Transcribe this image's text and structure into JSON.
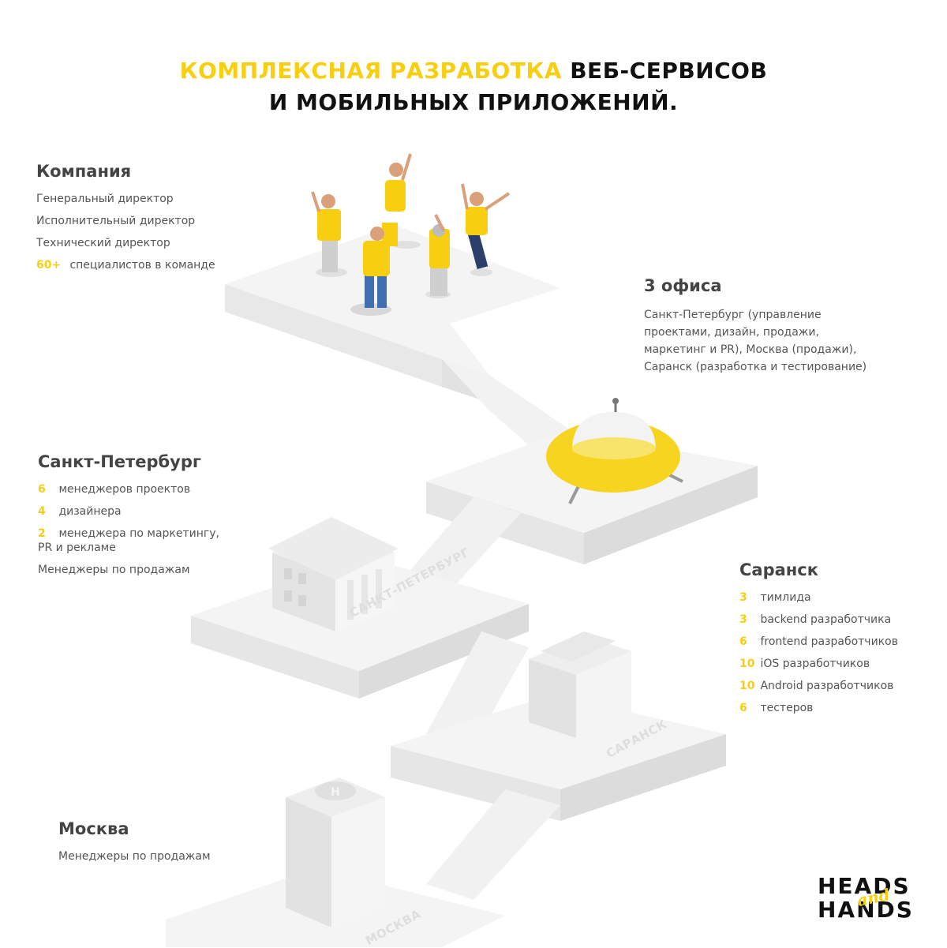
{
  "headline": {
    "accent": "КОМПЛЕКСНАЯ РАЗРАБОТКА",
    "dark_1": "ВЕБ-СЕРВИСОВ",
    "dark_2": "И МОБИЛЬНЫХ ПРИЛОЖЕНИЙ."
  },
  "company": {
    "title": "Компания",
    "roles": [
      "Генеральный директор",
      "Исполнительный директор",
      "Технический директор"
    ],
    "team": {
      "count": "60+",
      "label": "специалистов в команде"
    }
  },
  "offices": {
    "title": "3 офиса",
    "text": "Санкт-Петербург (управление проектами, дизайн, продажи, маркетинг и PR), Москва (продажи), Саранск (разработка и тестирование)"
  },
  "spb": {
    "title": "Санкт-Петербург",
    "items": [
      {
        "count": "6",
        "label": "менеджеров проектов"
      },
      {
        "count": "4",
        "label": "дизайнера"
      },
      {
        "count": "2",
        "label": "менеджера по маркетингу, PR и рекламе"
      }
    ],
    "extra": "Менеджеры по продажам"
  },
  "saransk": {
    "title": "Саранск",
    "items": [
      {
        "count": "3",
        "label": "тимлида"
      },
      {
        "count": "3",
        "label": "backend разработчика"
      },
      {
        "count": "6",
        "label": "frontend разработчиков"
      },
      {
        "count": "10",
        "label": "iOS разработчиков"
      },
      {
        "count": "10",
        "label": "Android разработчиков"
      },
      {
        "count": "6",
        "label": "тестеров"
      }
    ]
  },
  "moscow": {
    "title": "Москва",
    "extra": "Менеджеры по продажам"
  },
  "map_labels": {
    "spb": "САНКТ-ПЕТЕРБУРГ",
    "saransk": "САРАНСК",
    "moscow": "МОСКВА"
  },
  "logo": {
    "line1": "HEADS",
    "line2": "HANDS",
    "and": "and"
  },
  "colors": {
    "accent": "#f7cf10",
    "dark": "#111111",
    "text": "#555555",
    "platform_top": "#f4f4f4",
    "platform_side": "#e6e6e6"
  }
}
